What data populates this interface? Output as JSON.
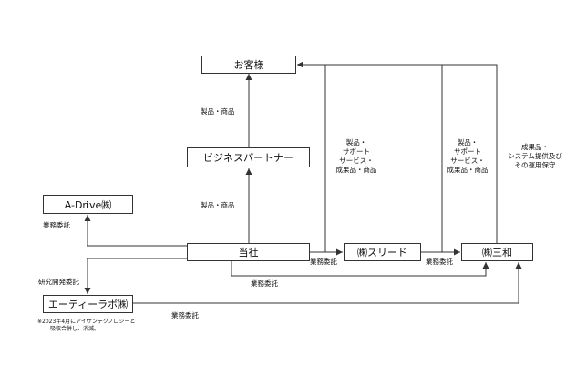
{
  "nodes": {
    "customer": "お客様",
    "partner": "ビジネスパートナー",
    "adrive": "A-Drive㈱",
    "company": "当社",
    "sleed": "㈱スリード",
    "sanwa": "㈱三和",
    "etylabo": "エーティーラボ㈱"
  },
  "labels": {
    "partner_to_customer": "製品・商品",
    "company_to_partner": "製品・商品",
    "company_to_customer_1": "製品・",
    "company_to_customer_2": "サポート",
    "company_to_customer_3": "サービス・",
    "company_to_customer_4": "成果品・商品",
    "sleed_to_customer_1": "製品・",
    "sleed_to_customer_2": "サポート",
    "sleed_to_customer_3": "サービス・",
    "sleed_to_customer_4": "成果品・商品",
    "sanwa_to_customer_1": "成果品・",
    "sanwa_to_customer_2": "システム提供及び",
    "sanwa_to_customer_3": "その運用保守",
    "company_to_adrive": "業務委託",
    "company_to_etylabo": "研究開発委託",
    "company_to_sleed": "業務委託",
    "sleed_to_sanwa": "業務委託",
    "company_to_sanwa": "業務委託",
    "etylabo_to_sanwa": "業務委託",
    "note_1": "※2023年4月にアイサンテクノロジーと",
    "note_2": "吸収合併し、消滅。"
  }
}
